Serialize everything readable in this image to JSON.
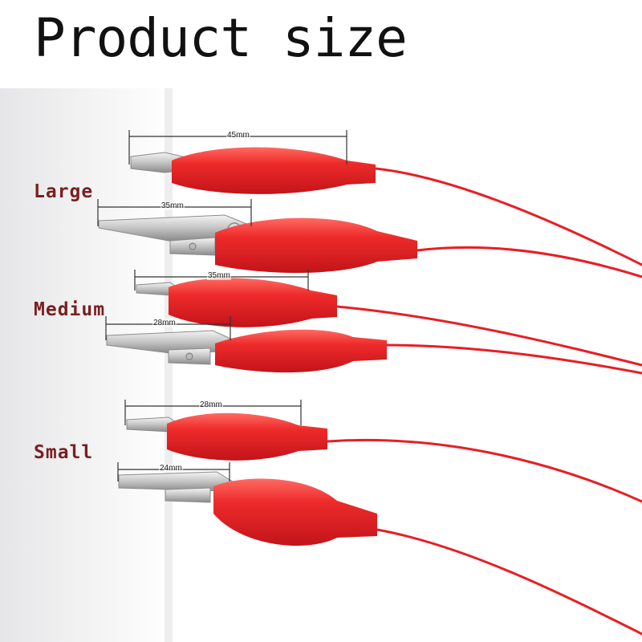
{
  "title": "Product size",
  "sizes": {
    "large": "Large",
    "medium": "Medium",
    "small": "Small"
  },
  "dimensions": {
    "clip1": "45mm",
    "clip2": "35mm",
    "clip3": "35mm",
    "clip4": "28mm",
    "clip5": "28mm",
    "clip6": "24mm"
  },
  "colors": {
    "insulator": "#ee2a2a",
    "wire": "#e81e24",
    "metal": "#c9c9c9",
    "label": "#7a1f1f"
  }
}
